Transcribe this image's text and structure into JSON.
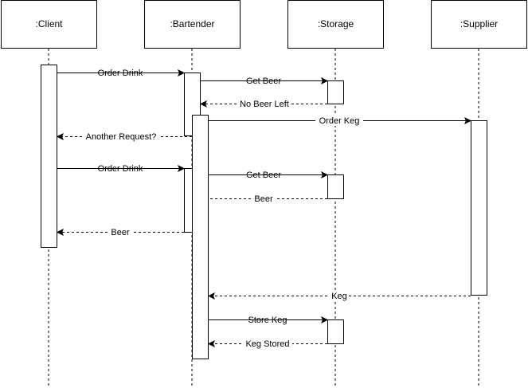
{
  "participants": [
    {
      "id": "client",
      "label": ":Client"
    },
    {
      "id": "bartender",
      "label": ":Bartender"
    },
    {
      "id": "storage",
      "label": ":Storage"
    },
    {
      "id": "supplier",
      "label": ":Supplier"
    }
  ],
  "messages": [
    {
      "id": "order-drink-1",
      "label": "Order Drink",
      "from": "client",
      "to": "bartender",
      "kind": "call"
    },
    {
      "id": "get-beer-1",
      "label": "Get Beer",
      "from": "bartender",
      "to": "storage",
      "kind": "call"
    },
    {
      "id": "no-beer-left",
      "label": "No Beer Left",
      "from": "storage",
      "to": "bartender",
      "kind": "return"
    },
    {
      "id": "order-keg",
      "label": "Order Keg",
      "from": "bartender",
      "to": "supplier",
      "kind": "call"
    },
    {
      "id": "another-request",
      "label": "Another Request?",
      "from": "bartender",
      "to": "client",
      "kind": "return"
    },
    {
      "id": "order-drink-2",
      "label": "Order Drink",
      "from": "client",
      "to": "bartender",
      "kind": "call"
    },
    {
      "id": "get-beer-2",
      "label": "Get Beer",
      "from": "bartender",
      "to": "storage",
      "kind": "call"
    },
    {
      "id": "beer-from-storage",
      "label": "Beer",
      "from": "storage",
      "to": "bartender",
      "kind": "return"
    },
    {
      "id": "beer-to-client",
      "label": "Beer",
      "from": "bartender",
      "to": "client",
      "kind": "return"
    },
    {
      "id": "keg",
      "label": "Keg",
      "from": "supplier",
      "to": "bartender",
      "kind": "return"
    },
    {
      "id": "store-keg",
      "label": "Store Keg",
      "from": "bartender",
      "to": "storage",
      "kind": "call"
    },
    {
      "id": "keg-stored",
      "label": "Keg Stored",
      "from": "storage",
      "to": "bartender",
      "kind": "return"
    }
  ]
}
